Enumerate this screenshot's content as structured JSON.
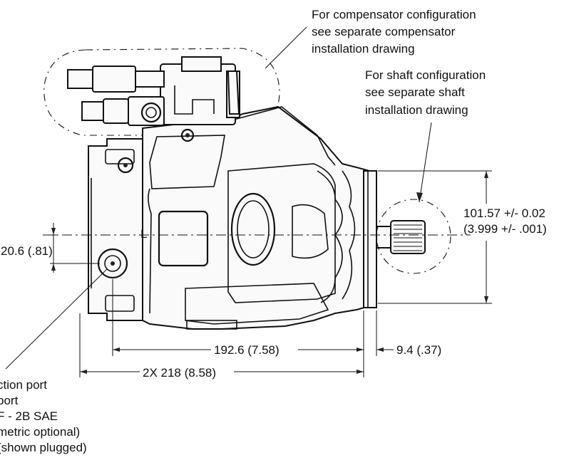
{
  "notes": {
    "compensator": [
      "For compensator configuration",
      "see separate compensator",
      "installation drawing"
    ],
    "shaft": [
      "For shaft configuration",
      "see separate shaft",
      "installation drawing"
    ],
    "port": [
      "ction port",
      "port",
      "F - 2B SAE",
      "metric optional)",
      "(shown plugged)"
    ]
  },
  "dimensions": {
    "pilot_diameter": "101.57 +/- 0.02",
    "pilot_diameter_inch": "(3.999 +/- .001)",
    "port_offset": "20.6 (.81)",
    "flange_to_face": "192.6 (7.58)",
    "flange_thickness": "9.4 (.37)",
    "overall_length": "2X 218 (8.58)"
  },
  "markings": {
    "port_letter": "L"
  }
}
